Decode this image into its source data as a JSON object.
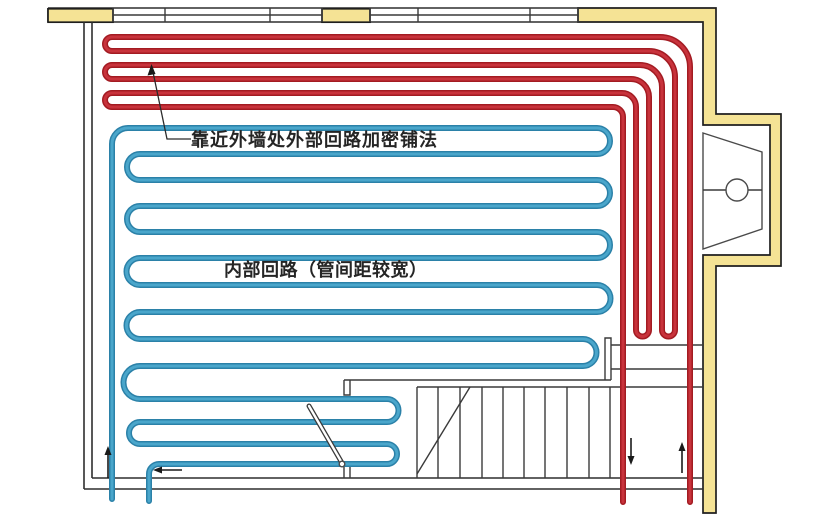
{
  "annotations": {
    "outer_loop_label": "靠近外墙处外部回路加密铺法",
    "inner_loop_label": "内部回路（管间距较宽）"
  },
  "colors": {
    "outer_loop_pipe_edge": "#A31B22",
    "outer_loop_pipe_core": "#C8333C",
    "inner_loop_pipe_edge": "#2B81A8",
    "inner_loop_pipe_core": "#4AA6CB",
    "wall_fill": "#F5E395",
    "wall_line": "#2E2E2E"
  },
  "structure": {
    "outer_loop_top_passes": 6,
    "outer_loop_right_columns": 6,
    "inner_loop_rows": 14,
    "window_sections": 2,
    "stair_treads": 8,
    "flow_arrows": [
      {
        "name": "inner-circuit-supply-arrow",
        "direction": "up"
      },
      {
        "name": "inner-circuit-return-arrow",
        "direction": "left"
      },
      {
        "name": "outer-circuit-return-arrow",
        "direction": "down"
      },
      {
        "name": "outer-circuit-supply-arrow",
        "direction": "up"
      }
    ]
  }
}
